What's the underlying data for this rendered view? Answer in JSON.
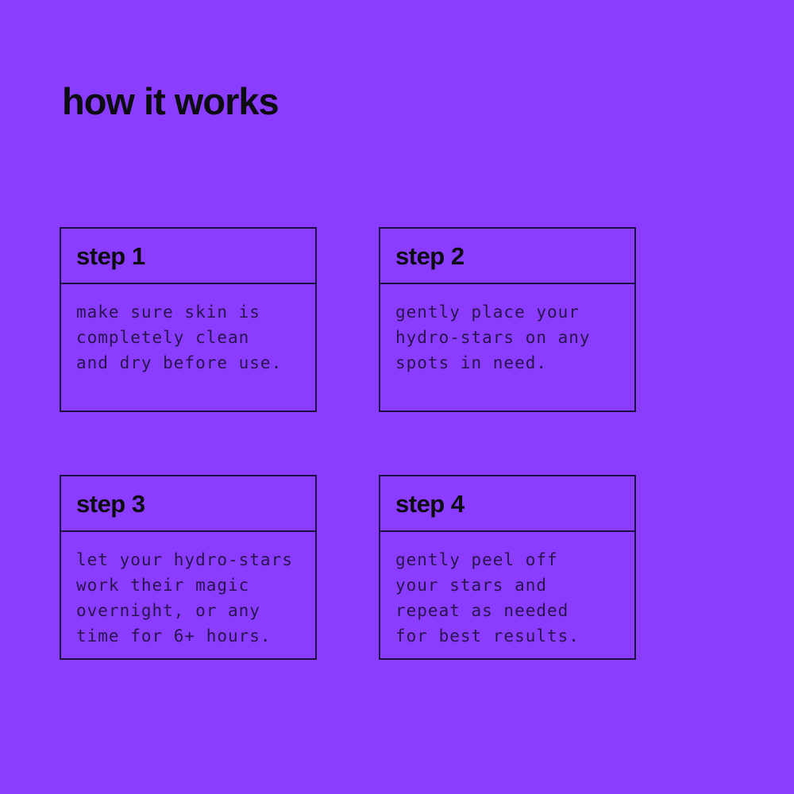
{
  "page": {
    "title": "how it works"
  },
  "colors": {
    "background": "#8b3dff",
    "border": "#1b1040",
    "title_text": "#0c0c12",
    "body_text": "#28134e"
  },
  "cards": [
    {
      "title": "step 1",
      "body": "make sure skin is\ncompletely clean\nand dry before use."
    },
    {
      "title": "step 2",
      "body": "gently place your\nhydro-stars on any\nspots in need."
    },
    {
      "title": "step 3",
      "body": "let your hydro-stars\nwork their magic\novernight, or any\ntime for 6+ hours."
    },
    {
      "title": "step 4",
      "body": "gently peel off\nyour stars and\nrepeat as needed\nfor best results."
    }
  ]
}
